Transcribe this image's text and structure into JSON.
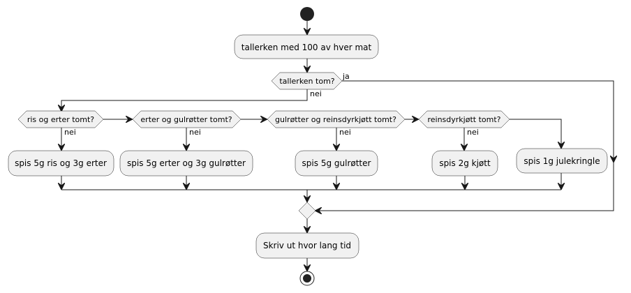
{
  "colors": {
    "node_fill": "#f1f1f1",
    "line": "#181818",
    "start": "#222222"
  },
  "diagram": {
    "type": "activity",
    "start_label": "",
    "activities": {
      "a1": "tallerken med 100 av hver mat",
      "a2": "spis 5g ris og 3g erter",
      "a3": "spis 5g erter og 3g gulrøtter",
      "a4": "spis 5g gulrøtter",
      "a5": "spis 2g kjøtt",
      "a6": "spis 1g julekringle",
      "a7": "Skriv ut hvor lang tid"
    },
    "decisions": {
      "d1": "tallerken tom?",
      "d2": "ris og erter tomt?",
      "d3": "erter og gulrøtter tomt?",
      "d4": "gulrøtter og reinsdyrkjøtt tomt?",
      "d5": "reinsdyrkjøtt tomt?"
    },
    "edge_labels": {
      "d1_yes": "ja",
      "d1_no": "nei",
      "d2_no": "nei",
      "d3_no": "nei",
      "d4_no": "nei",
      "d5_no": "nei"
    }
  }
}
